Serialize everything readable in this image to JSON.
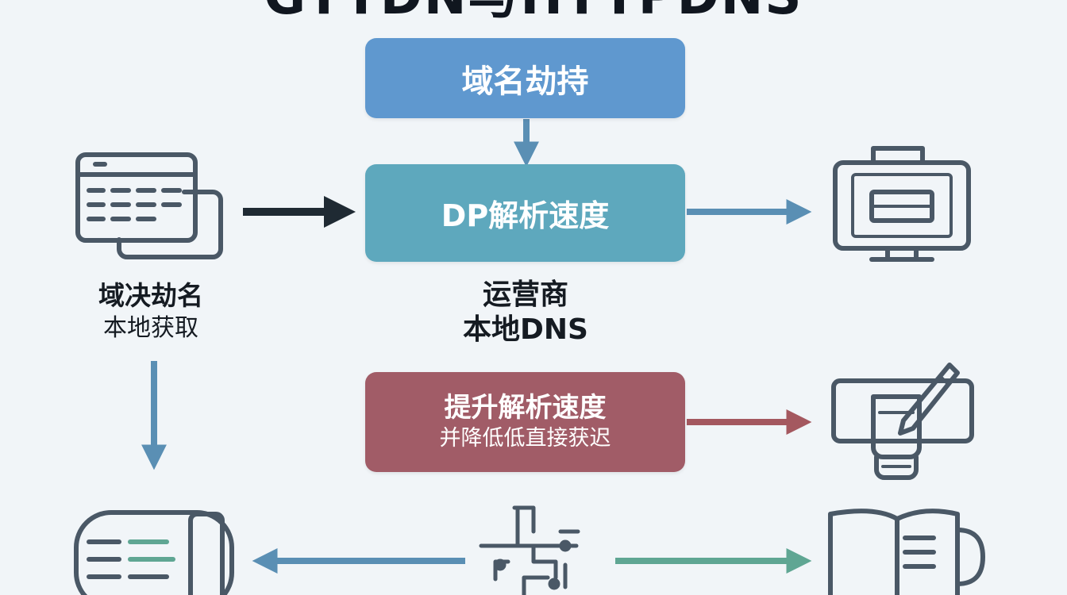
{
  "diagram": {
    "title": "GTTDN与HTTPDNS",
    "boxes": {
      "hijack": "域名劫持",
      "speed": "DP解析速度",
      "boost_line1": "提升解析速度",
      "boost_line2": "并降低低直接获迟"
    },
    "labels": {
      "left_line1": "域决劫名",
      "left_line2": "本地获取",
      "center_line1": "运营商",
      "center_line2": "本地DNS"
    },
    "icons": {
      "client": "browser-window-icon",
      "monitor": "monitor-icon",
      "device": "device-pen-icon",
      "server": "server-icon",
      "network": "network-icon",
      "book": "book-icon"
    },
    "colors": {
      "background": "#f1f5f8",
      "hijack_box": "#5f98cf",
      "speed_box": "#5ea8bd",
      "boost_box": "#a15c67",
      "icon_stroke": "#4a5866",
      "arrow_dark": "#1f2a33",
      "arrow_blue": "#5a8fb4",
      "arrow_maroon": "#a4585f",
      "arrow_teal": "#5fa693"
    }
  }
}
